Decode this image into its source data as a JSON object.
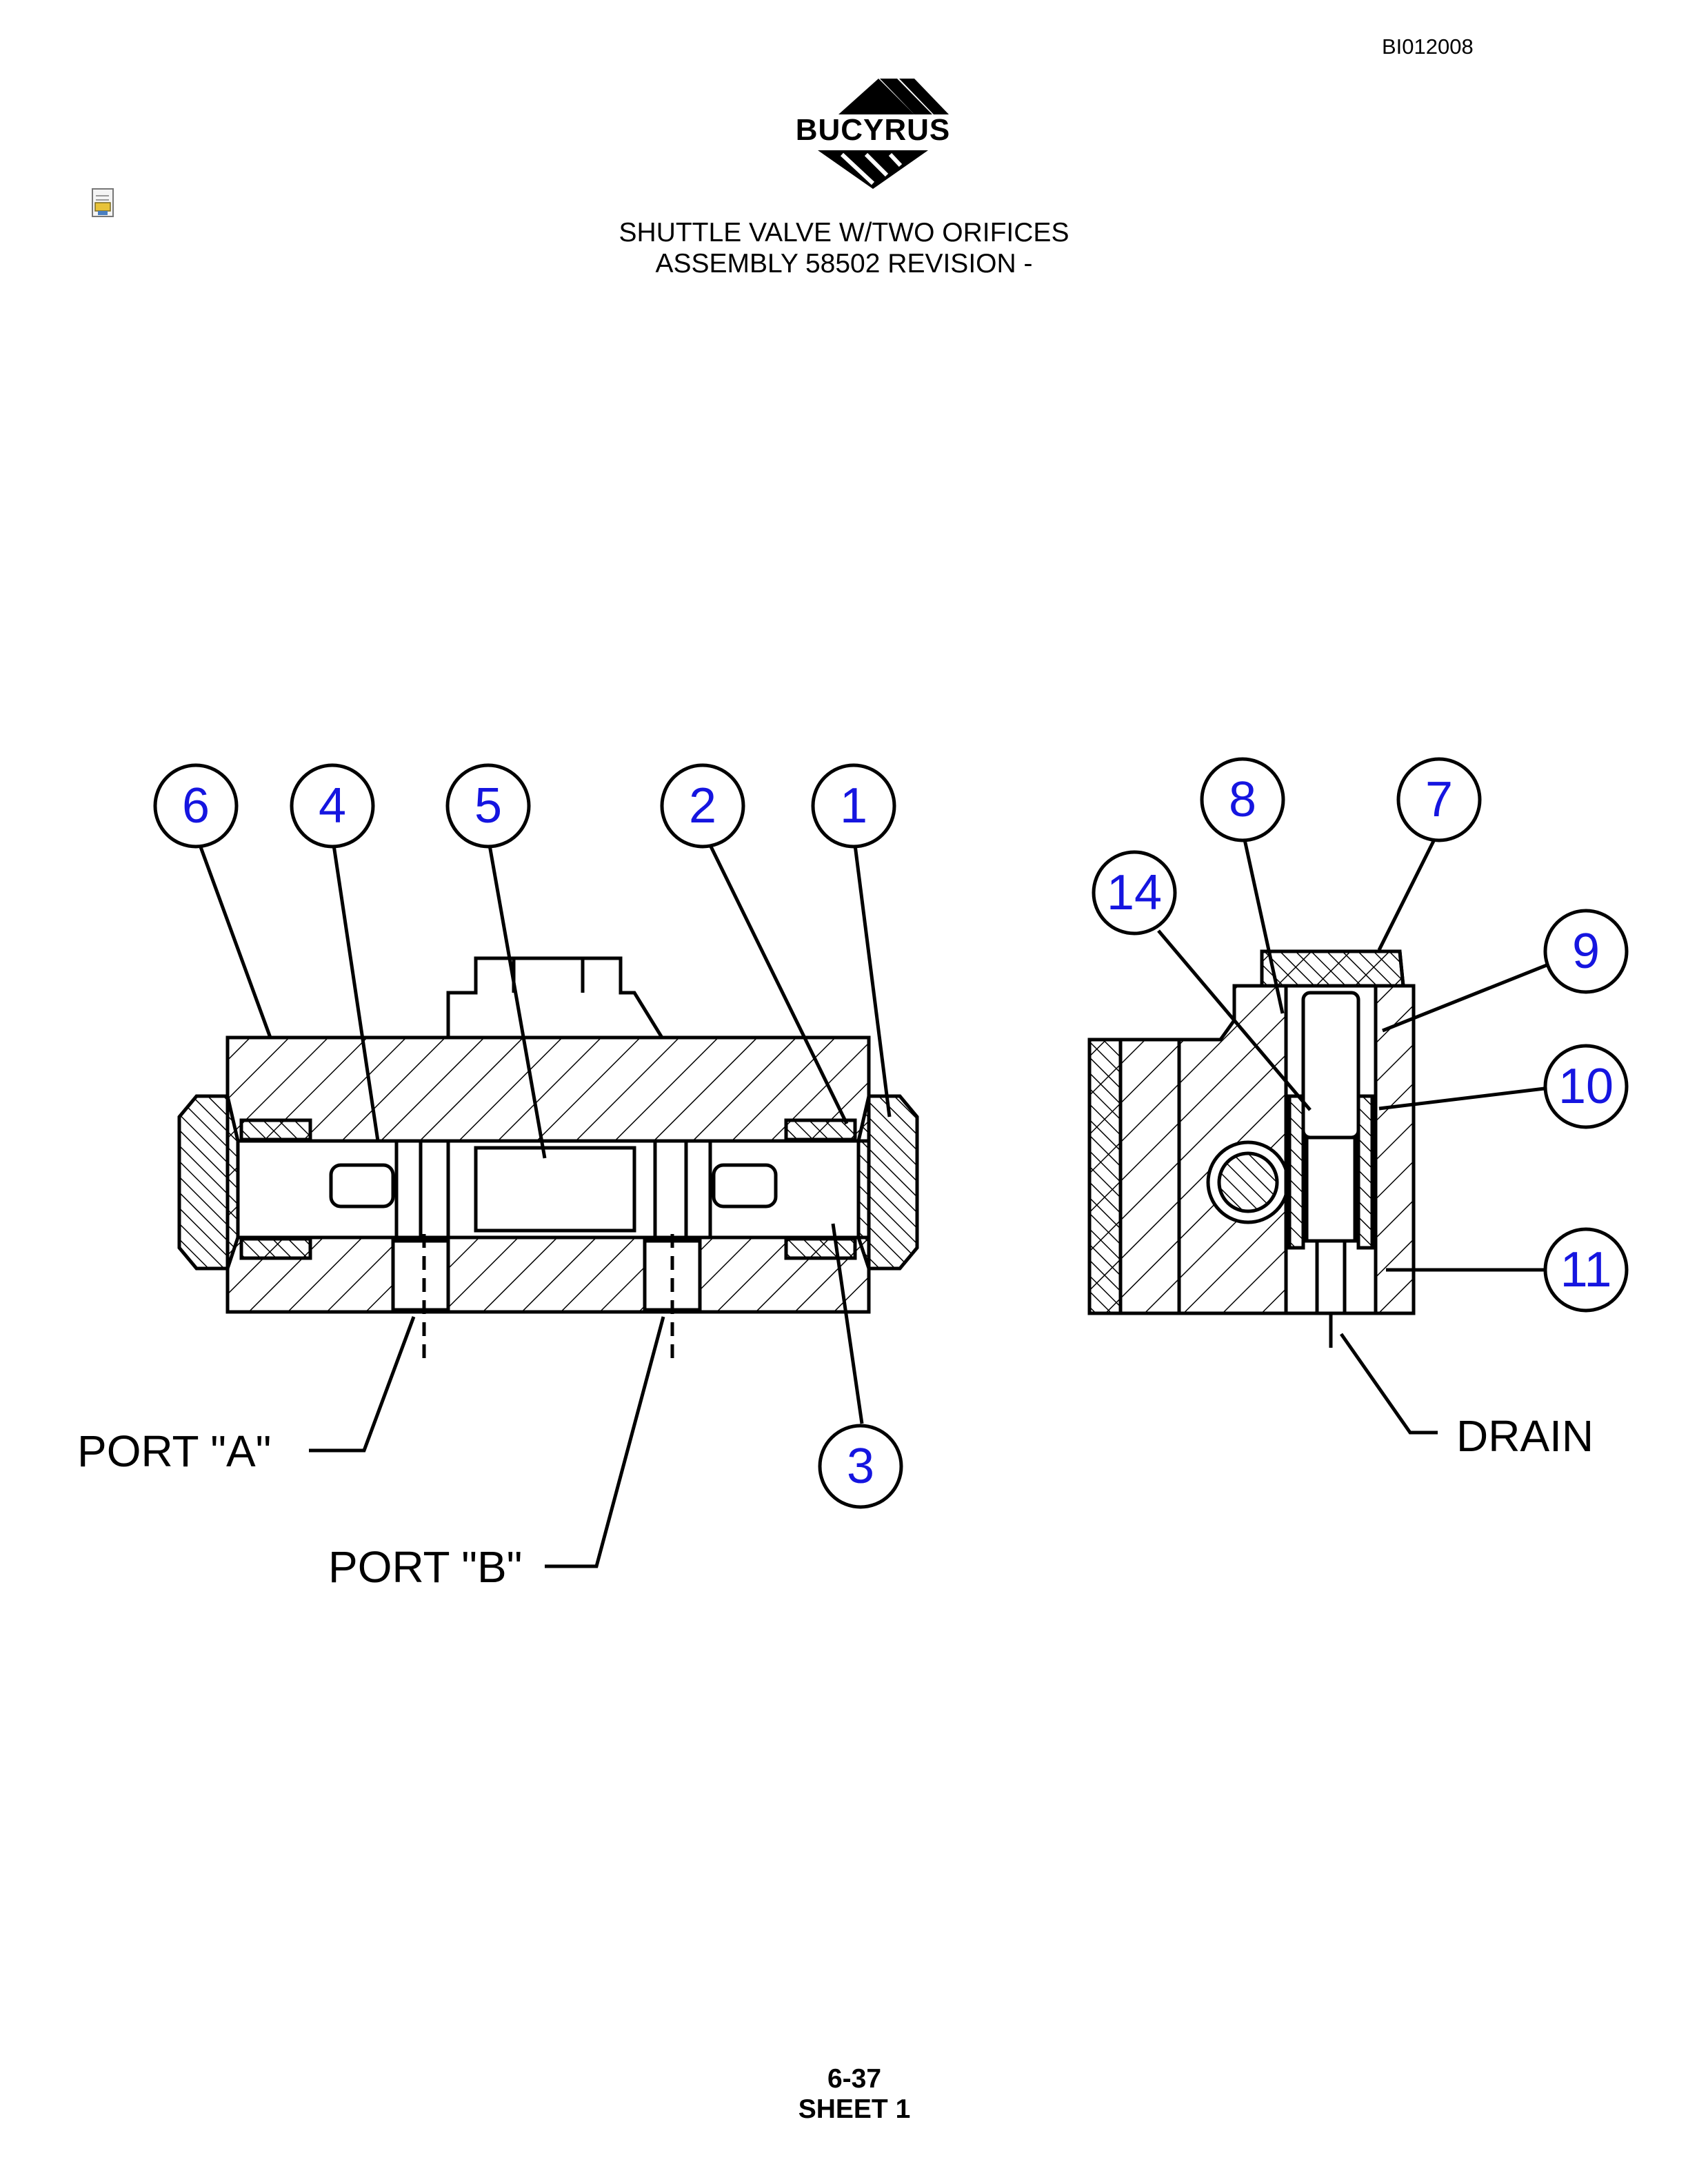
{
  "header": {
    "doc_code": "BI012008",
    "logo_text": "BUCYRUS",
    "title_line1": "SHUTTLE VALVE W/TWO ORIFICES",
    "title_line2": "ASSEMBLY 58502 REVISION -"
  },
  "icons": {
    "attachment": "document-attachment-icon"
  },
  "callouts": {
    "c6": "6",
    "c4": "4",
    "c5": "5",
    "c2": "2",
    "c1": "1",
    "c3": "3",
    "c8": "8",
    "c7": "7",
    "c14": "14",
    "c9": "9",
    "c10": "10",
    "c11": "11"
  },
  "labels": {
    "port_a": "PORT \"A\"",
    "port_b": "PORT \"B\"",
    "drain": "DRAIN"
  },
  "footer": {
    "page": "6-37",
    "sheet": "SHEET 1"
  },
  "colors": {
    "callout_text": "#1515e0",
    "line": "#000000"
  }
}
